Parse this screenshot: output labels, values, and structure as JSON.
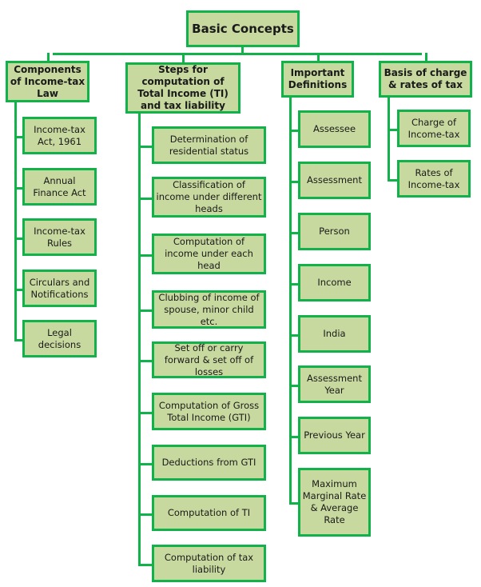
{
  "root": {
    "label": "Basic Concepts"
  },
  "columns": [
    {
      "header": "Components of Income-tax Law",
      "items": [
        "Income-tax Act, 1961",
        "Annual Finance Act",
        "Income-tax Rules",
        "Circulars and Notifications",
        "Legal decisions"
      ]
    },
    {
      "header": "Steps for computation of Total Income (TI) and tax liability",
      "items": [
        "Determination of residential status",
        "Classification of income under different heads",
        "Computation of income under each head",
        "Clubbing of income of spouse, minor child etc.",
        "Set off or carry forward & set off of losses",
        "Computation of Gross Total Income (GTI)",
        "Deductions from GTI",
        "Computation of TI",
        "Computation of tax liability"
      ]
    },
    {
      "header": "Important Definitions",
      "items": [
        "Assessee",
        "Assessment",
        "Person",
        "Income",
        "India",
        "Assessment Year",
        "Previous Year",
        "Maximum Marginal Rate & Average Rate"
      ]
    },
    {
      "header": "Basis of charge & rates of tax",
      "items": [
        "Charge of Income-tax",
        "Rates of Income-tax"
      ]
    }
  ],
  "colors": {
    "fill": "#c7d99f",
    "border": "#12b24a"
  }
}
